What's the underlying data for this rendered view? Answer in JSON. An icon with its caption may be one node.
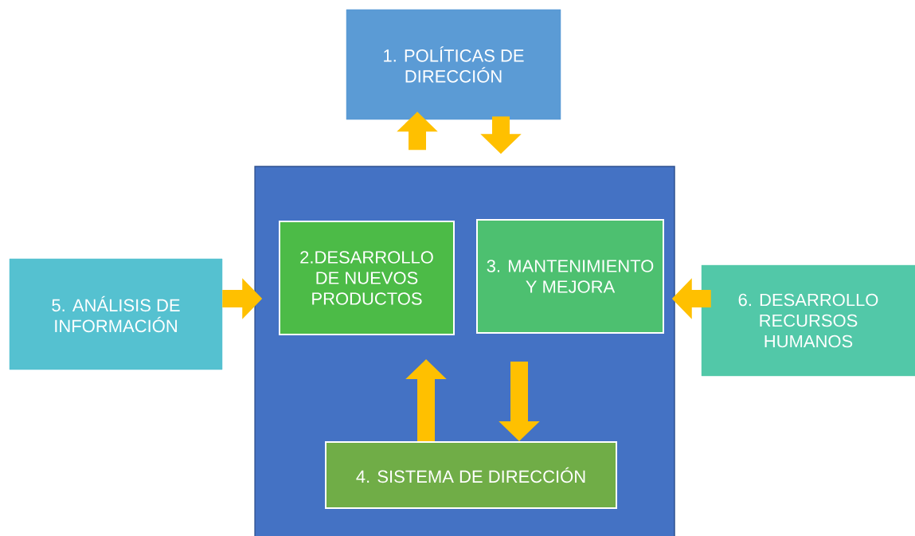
{
  "diagram": {
    "nodes": [
      {
        "text": [
          "1. POLÍTICAS DE DIRECCIÓN"
        ]
      },
      {
        "text": [],
        "shape": "box"
      },
      {
        "text": [
          "2.DESARROLLO DE NUEVOS PRODUCTOS"
        ],
        "in": 1
      },
      {
        "text": [
          "3. MANTENIMIENTO Y MEJORA"
        ],
        "in": 1
      },
      {
        "text": [
          "4. SISTEMA DE DIRECCIÓN"
        ],
        "in": 1
      },
      {
        "text": [
          "5. ANÁLISIS DE INFORMACIÓN"
        ]
      },
      {
        "text": [
          "6. DESARROLLO RECURSOS HUMANOS"
        ]
      }
    ],
    "edges": [
      {
        "from": 1,
        "to": 0,
        "arrow": "to"
      },
      {
        "from": 0,
        "to": 1,
        "arrow": "to"
      },
      {
        "from": 5,
        "to": 1,
        "arrow": "to"
      },
      {
        "from": 6,
        "to": 1,
        "arrow": "to"
      },
      {
        "from": 4,
        "to": 2,
        "arrow": "to"
      },
      {
        "from": 3,
        "to": 4,
        "arrow": "to"
      }
    ]
  }
}
